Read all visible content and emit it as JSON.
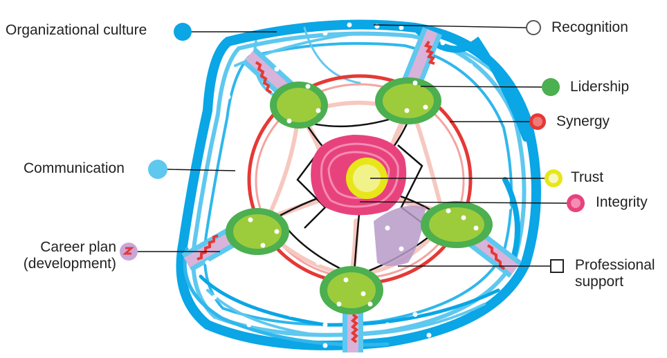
{
  "labels": {
    "organizational_culture": "Organizational culture",
    "recognition": "Recognition",
    "lidership": "Lidership",
    "synergy": "Synergy",
    "communication": "Communication",
    "trust": "Trust",
    "integrity": "Integrity",
    "career_plan_line1": "Career plan",
    "career_plan_line2": "(development)",
    "professional_support_line1": "Professional",
    "professional_support_line2": "support"
  },
  "colors": {
    "organizational_culture": "#0aa6e6",
    "recognition": "#ffffff",
    "lidership": "#4caf50",
    "synergy": "#e53935",
    "communication": "#5ec8ef",
    "trust": "#e8e61a",
    "integrity": "#e8427c",
    "career_plan": "#c9a6d6",
    "professional_support": "#ffffff",
    "node_outer": "#4caf50",
    "node_inner": "#9ccc3c",
    "connector": "#f6c8c0",
    "band": "#d9b3d9"
  },
  "legend_markers": [
    {
      "key": "organizational_culture",
      "shape": "circle"
    },
    {
      "key": "recognition",
      "shape": "circle-outline"
    },
    {
      "key": "lidership",
      "shape": "circle"
    },
    {
      "key": "synergy",
      "shape": "circle"
    },
    {
      "key": "communication",
      "shape": "circle"
    },
    {
      "key": "trust",
      "shape": "circle"
    },
    {
      "key": "integrity",
      "shape": "circle"
    },
    {
      "key": "career_plan",
      "shape": "circle-squiggle"
    },
    {
      "key": "professional_support",
      "shape": "square-outline"
    }
  ]
}
